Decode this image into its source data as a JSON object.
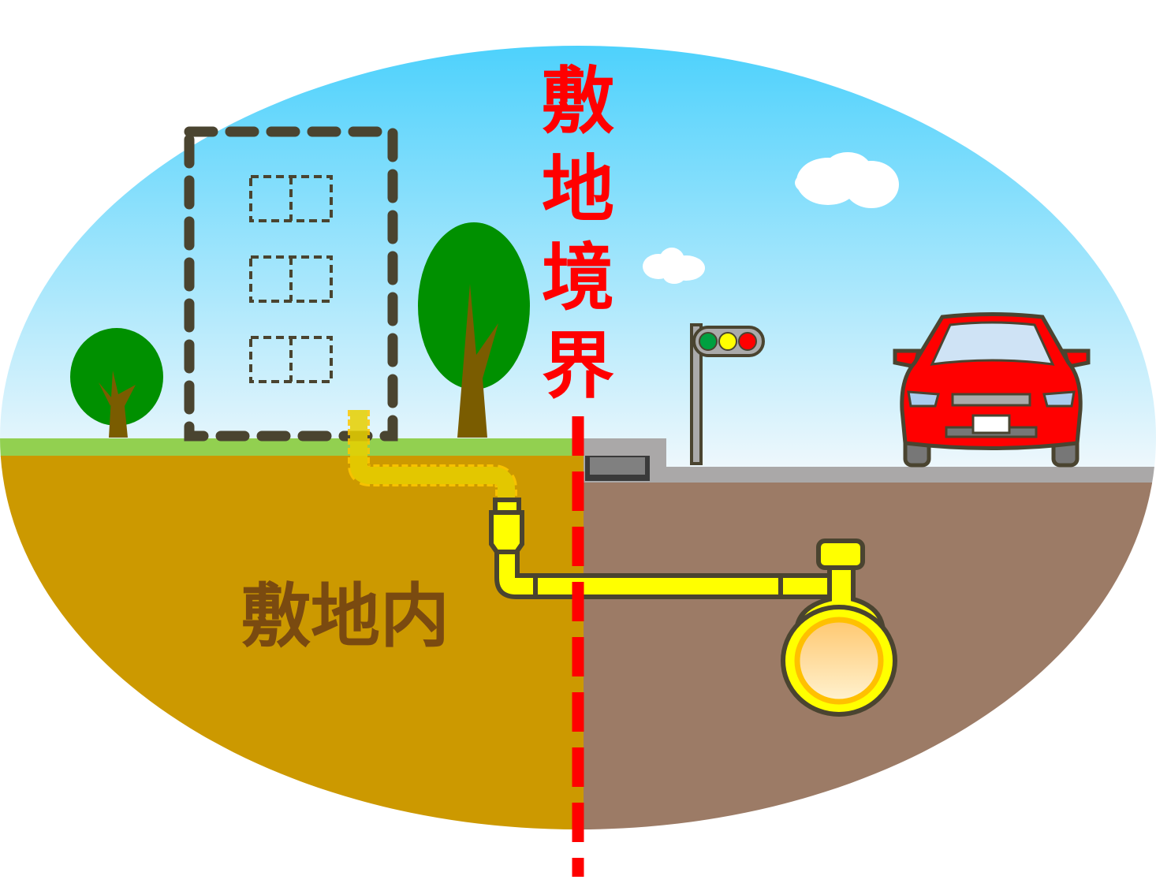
{
  "labels": {
    "boundary_chars": [
      "敷",
      "地",
      "境",
      "界"
    ],
    "inside": "敷地内"
  },
  "colors": {
    "sky_top": "#3ccdfc",
    "sky_bottom": "#f0f8fc",
    "grass": "#92d050",
    "soil_private": "#cc9900",
    "soil_road": "#9c7b66",
    "boundary": "#ff0000",
    "pipe": "#ffff00",
    "outline": "#4a4430",
    "car": "#ff0000"
  },
  "icons": [
    "tree-icon",
    "building-outline-icon",
    "traffic-light-icon",
    "car-icon",
    "cloud-icon",
    "gas-pipe-icon",
    "gas-main-icon"
  ]
}
